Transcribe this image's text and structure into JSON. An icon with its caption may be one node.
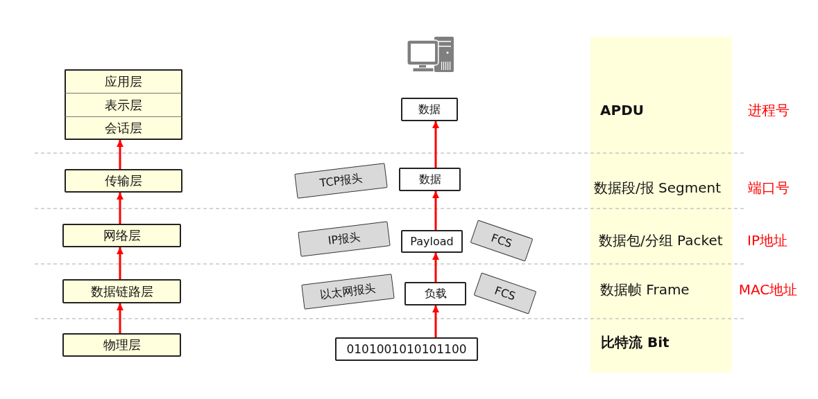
{
  "diagram": {
    "nodes": [
      {
        "text": [
          "应用层"
        ]
      },
      {
        "text": [
          "表示层"
        ]
      },
      {
        "text": [
          "会话层"
        ]
      },
      {
        "text": [
          "数据"
        ]
      },
      {
        "text": [
          "传输层"
        ]
      },
      {
        "text": [
          "TCP报头"
        ]
      },
      {
        "text": [
          "数据"
        ]
      },
      {
        "text": [
          "网络层"
        ]
      },
      {
        "text": [
          "IP报头"
        ]
      },
      {
        "text": [
          "Payload"
        ]
      },
      {
        "text": [
          "FCS"
        ]
      },
      {
        "text": [
          "数据链路层"
        ]
      },
      {
        "text": [
          "以太网报头"
        ]
      },
      {
        "text": [
          "负载"
        ]
      },
      {
        "text": [
          "FCS"
        ]
      },
      {
        "text": [
          "物理层"
        ]
      },
      {
        "text": [
          "0101001010101100"
        ]
      },
      {
        "text": [
          "APDU",
          "数据段/报 Segment",
          "数据包/分组 Packet",
          "数据帧 Frame",
          "比特流 Bit"
        ]
      }
    ],
    "edges": [
      {
        "from": 4,
        "to": 2,
        "arrow": "to"
      },
      {
        "from": 7,
        "to": 4,
        "arrow": "to"
      },
      {
        "from": 11,
        "to": 7,
        "arrow": "to"
      },
      {
        "from": 15,
        "to": 11,
        "arrow": "to"
      },
      {
        "from": 6,
        "to": 3,
        "arrow": "to"
      },
      {
        "from": 9,
        "to": 6,
        "arrow": "to"
      },
      {
        "from": 13,
        "to": 9,
        "arrow": "to"
      },
      {
        "from": 16,
        "to": 13,
        "arrow": "to"
      }
    ],
    "labels": [
      "进程号",
      "端口号",
      "IP地址",
      "MAC地址"
    ]
  }
}
